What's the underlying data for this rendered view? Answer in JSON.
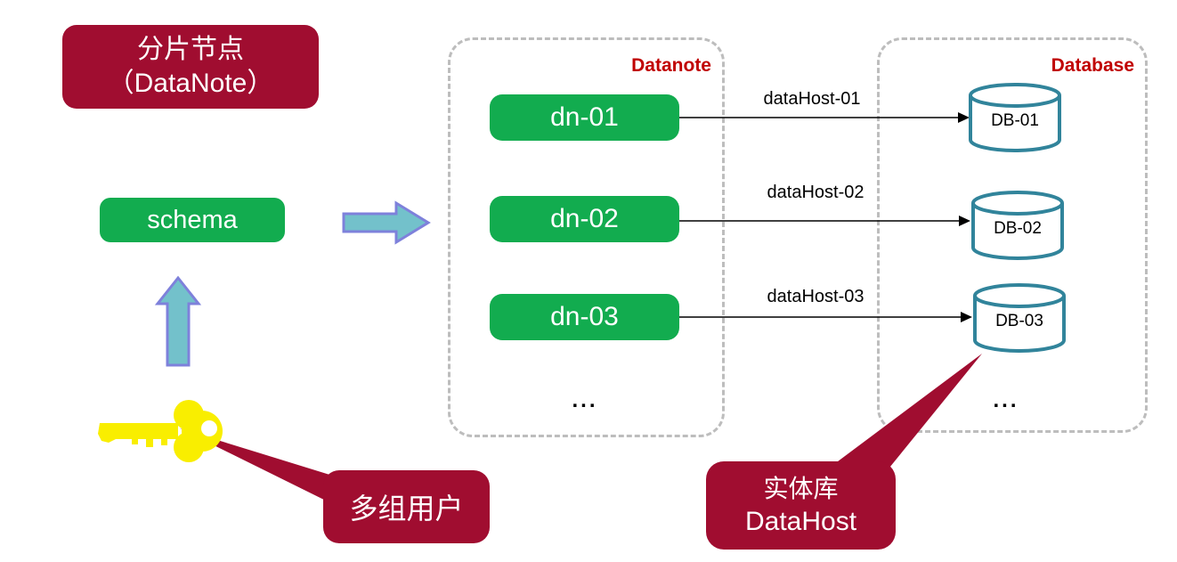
{
  "title_box": {
    "line1": "分片节点",
    "line2": "（DataNote）"
  },
  "schema": {
    "label": "schema"
  },
  "datanote_group": {
    "title": "Datanote",
    "nodes": [
      "dn-01",
      "dn-02",
      "dn-03"
    ],
    "ellipsis": "..."
  },
  "database_group": {
    "title": "Database",
    "databases": [
      "DB-01",
      "DB-02",
      "DB-03"
    ],
    "ellipsis": "..."
  },
  "links": {
    "labels": [
      "dataHost-01",
      "dataHost-02",
      "dataHost-03"
    ]
  },
  "callouts": {
    "users": {
      "label": "多组用户"
    },
    "datahost": {
      "line1": "实体库",
      "line2": "DataHost"
    }
  },
  "icons": {
    "key": "key-icon",
    "cylinder": "database-cylinder-icon",
    "right_arrow": "right-block-arrow-icon",
    "up_arrow": "up-block-arrow-icon",
    "callout_pointer": "callout-pointer"
  },
  "colors": {
    "dark_red": "#A00D30",
    "group_label_red": "#C00000",
    "green": "#12AC4F",
    "cylinder_teal": "#31849B",
    "block_arrow_fill": "#73C1CB",
    "block_arrow_stroke": "#7E81DB",
    "key_yellow": "#F9EE00",
    "dashed_gray": "#BDBDBD",
    "connector_black": "#000000"
  }
}
